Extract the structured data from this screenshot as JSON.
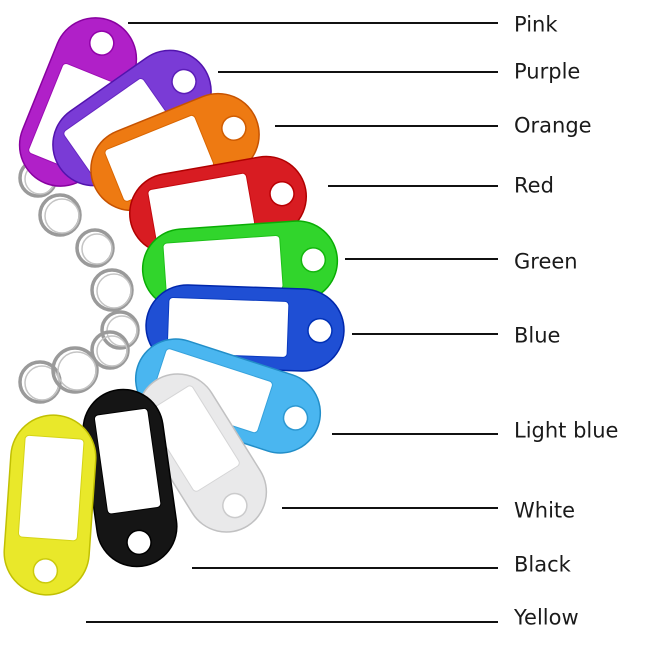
{
  "tags": [
    {
      "label": "Pink",
      "color": "#b020c8",
      "icon": "key-tag-icon"
    },
    {
      "label": "Purple",
      "color": "#7a3bd6",
      "icon": "key-tag-icon"
    },
    {
      "label": "Orange",
      "color": "#ee7a12",
      "icon": "key-tag-icon"
    },
    {
      "label": "Red",
      "color": "#d81c22",
      "icon": "key-tag-icon"
    },
    {
      "label": "Green",
      "color": "#31d52c",
      "icon": "key-tag-icon"
    },
    {
      "label": "Blue",
      "color": "#1f4fd4",
      "icon": "key-tag-icon"
    },
    {
      "label": "Light blue",
      "color": "#4ab6f0",
      "icon": "key-tag-icon"
    },
    {
      "label": "White",
      "color": "#e9e9ea",
      "icon": "key-tag-icon"
    },
    {
      "label": "Black",
      "color": "#151515",
      "icon": "key-tag-icon"
    },
    {
      "label": "Yellow",
      "color": "#e9e82a",
      "icon": "key-tag-icon"
    }
  ]
}
